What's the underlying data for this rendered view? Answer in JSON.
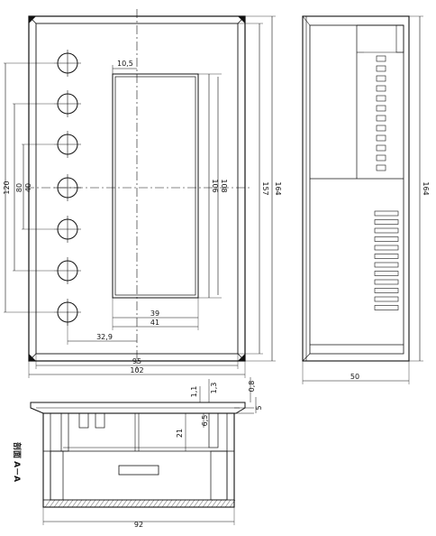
{
  "front_view": {
    "dims": {
      "width_outer": "102",
      "width_inner": "95",
      "height_outer": "164",
      "height_inner": "157",
      "hole_span_outer": "120",
      "hole_span_mid": "80",
      "hole_span_inner": "40",
      "window_h_outer": "108",
      "window_h_inner": "106",
      "window_w_outer": "41",
      "window_w_inner": "39",
      "window_offset_x": "32,9",
      "window_offset_top": "10,5"
    }
  },
  "side_view": {
    "dims": {
      "depth": "50",
      "height": "164"
    }
  },
  "section_view": {
    "label": "剖面 A－A",
    "dims": {
      "width": "92",
      "d_1_1": "1,1",
      "d_1_3": "1,3",
      "d_0_8": "0,8",
      "d_5": "5",
      "d_21": "21",
      "d_6_5": "6,5"
    }
  }
}
